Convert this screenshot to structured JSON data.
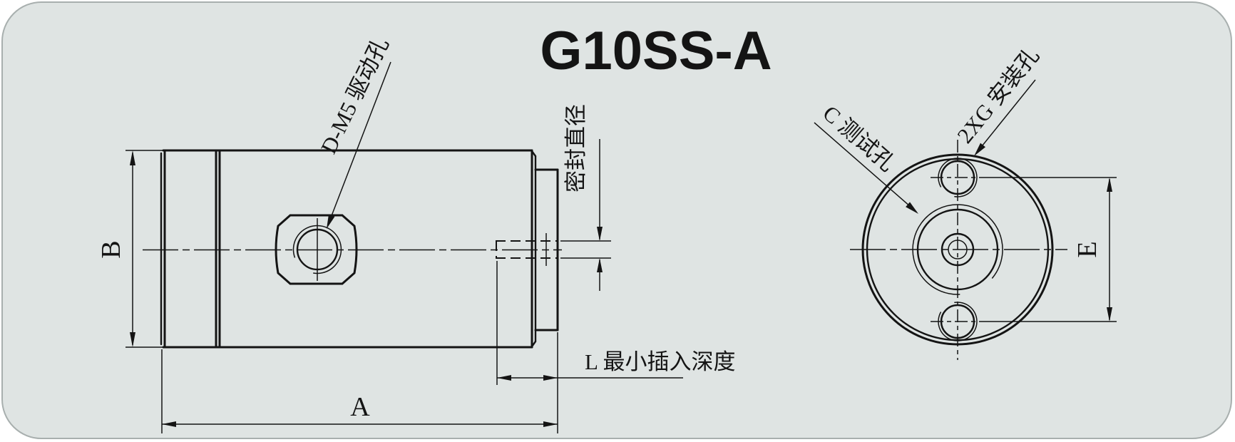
{
  "title": "G10SS-A",
  "colors": {
    "page_background": "#ffffff",
    "card_background": "#dfe4e3",
    "card_border": "#a8afae",
    "line_color": "#141414"
  },
  "side_view": {
    "labels": {
      "drive_hole": "D-M5 驱动孔",
      "seal_diameter": "密封直径",
      "min_insertion_depth": "L 最小插入深度",
      "dim_width": "B",
      "dim_length": "A"
    }
  },
  "end_view": {
    "labels": {
      "test_hole": "C 测试孔",
      "mounting_holes": "2XG 安装孔",
      "dim_hole_spacing": "E"
    }
  }
}
